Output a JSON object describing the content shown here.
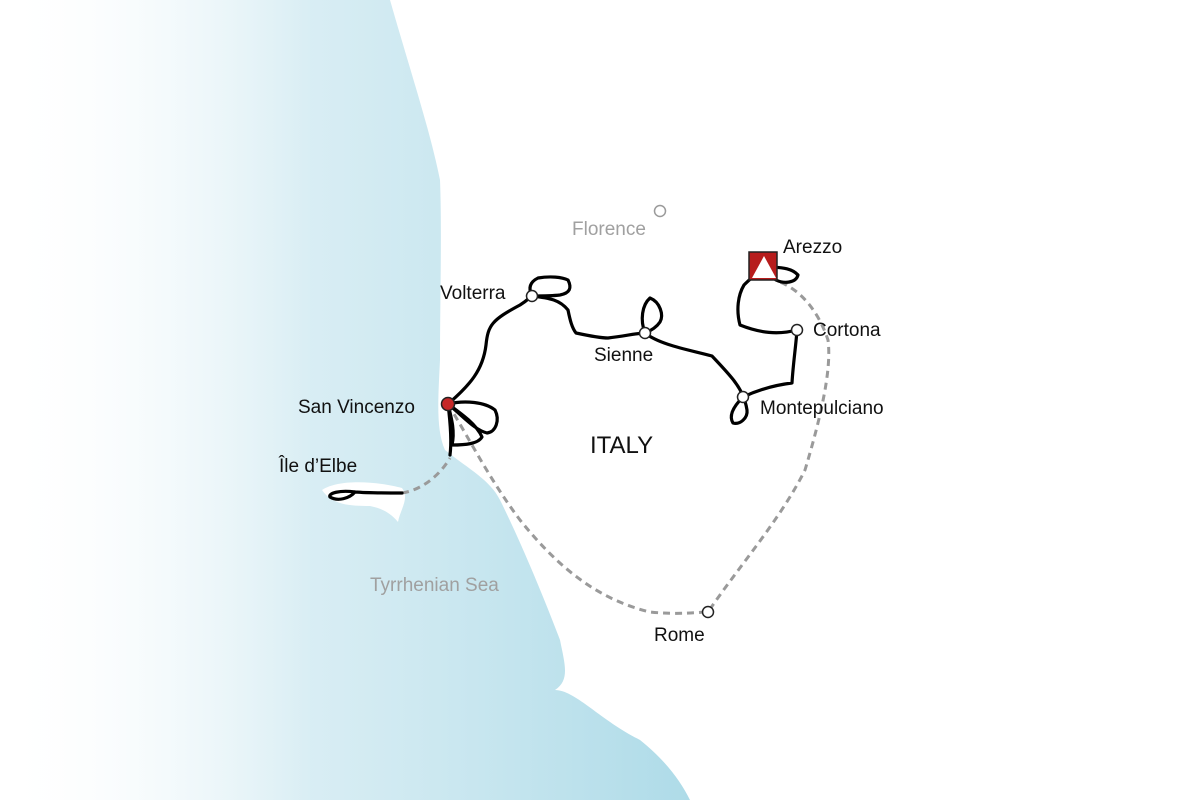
{
  "map": {
    "country_label": "ITALY",
    "sea_label": "Tyrrhenian Sea",
    "reference_city": "Florence",
    "places": {
      "arezzo": "Arezzo",
      "cortona": "Cortona",
      "volterra": "Volterra",
      "sienne": "Sienne",
      "montepulciano": "Montepulciano",
      "san_vincenzo": "San Vincenzo",
      "elbe": "Île d’Elbe",
      "rome": "Rome"
    },
    "colors": {
      "sea": "#bfe1ea",
      "route": "#000000",
      "transfer": "#9a9a9a",
      "start_marker": "#b71c1c",
      "overnight_marker": "#c62828",
      "faded_label": "#a0a0a0"
    },
    "legend_icons": {
      "start": "start-flag-icon",
      "overnight": "overnight-stop-icon",
      "town": "town-circle-icon"
    }
  }
}
